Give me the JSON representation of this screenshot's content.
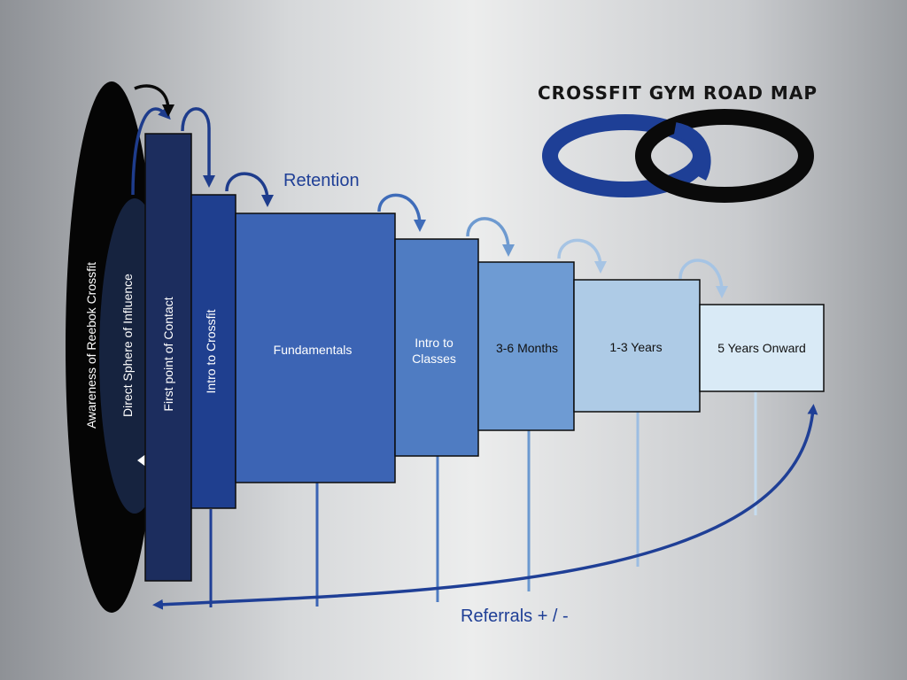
{
  "title": "CROSSFIT GYM ROAD MAP",
  "retention_label": "Retention",
  "referrals_label": "Referrals + / -",
  "outer_labels": {
    "awareness": "Awareness of Reebok Crossfit",
    "sphere": "Direct Sphere of Influence"
  },
  "stages": [
    {
      "label": "First point of Contact",
      "color": "#1c2d5e"
    },
    {
      "label": "Intro to Crossfit",
      "color": "#1f3f8f"
    },
    {
      "label": "Fundamentals",
      "color": "#3c64b4"
    },
    {
      "label": "Intro to Classes",
      "color": "#4f7cc2"
    },
    {
      "label": "3-6 Months",
      "color": "#6e9bd3"
    },
    {
      "label": "1-3 Years",
      "color": "#aecbe6"
    },
    {
      "label": "5 Years Onward",
      "color": "#d9eaf6"
    }
  ],
  "colors": {
    "awareness_ellipse": "#050505",
    "sphere_ellipse": "#16233f",
    "logo_blue": "#1e3f96",
    "logo_black": "#0a0a0a",
    "title": "#151515",
    "accent_blue": "#1f3f96"
  }
}
